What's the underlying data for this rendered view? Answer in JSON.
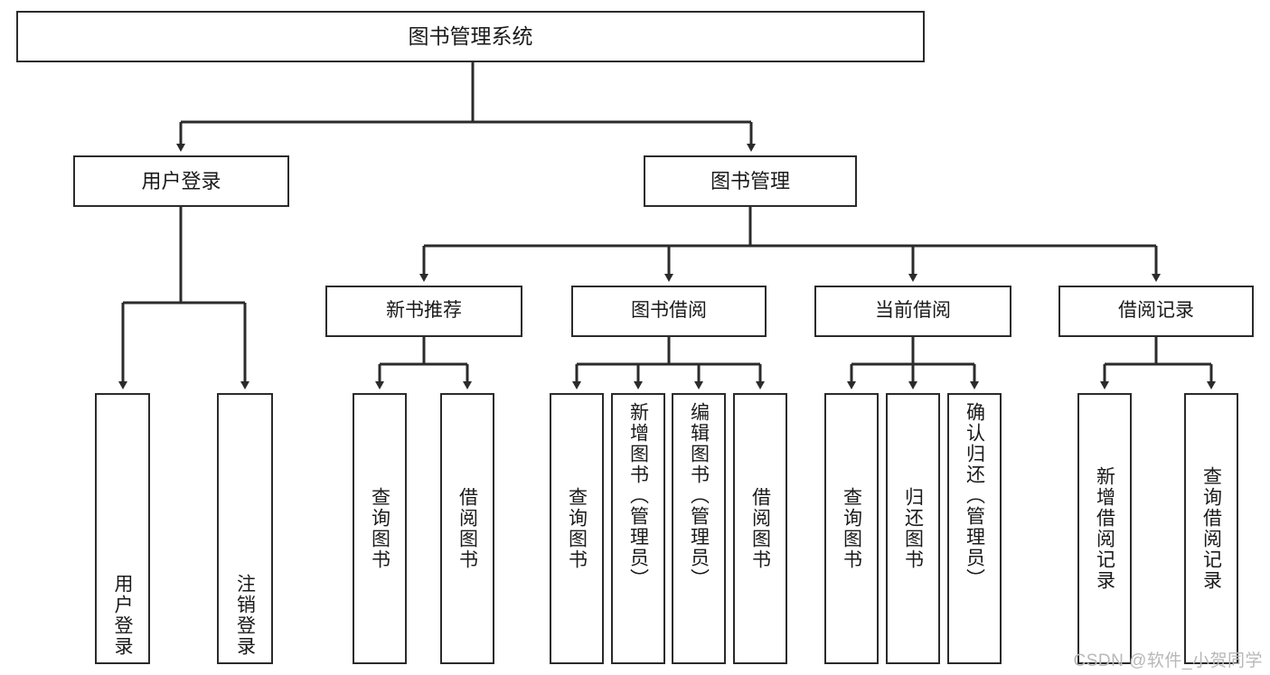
{
  "diagram": {
    "type": "tree",
    "title": "图书管理系统",
    "root": {
      "label": "图书管理系统"
    },
    "level2": [
      {
        "id": "user-login",
        "label": "用户登录"
      },
      {
        "id": "book-management",
        "label": "图书管理"
      }
    ],
    "level3": [
      {
        "id": "new-book-recommend",
        "label": "新书推荐"
      },
      {
        "id": "book-borrow",
        "label": "图书借阅"
      },
      {
        "id": "current-borrow",
        "label": "当前借阅"
      },
      {
        "id": "borrow-record",
        "label": "借阅记录"
      }
    ],
    "leaves": {
      "user_login": [
        {
          "id": "user-login-leaf",
          "label": "用户登录"
        },
        {
          "id": "logout-leaf",
          "label": "注销登录"
        }
      ],
      "new_book_recommend": [
        {
          "id": "query-book-1",
          "label": "查询图书"
        },
        {
          "id": "borrow-book-1",
          "label": "借阅图书"
        }
      ],
      "book_borrow": [
        {
          "id": "query-book-2",
          "label": "查询图书"
        },
        {
          "id": "add-book",
          "label": "新增图书（管理员）"
        },
        {
          "id": "edit-book",
          "label": "编辑图书（管理员）"
        },
        {
          "id": "borrow-book-2",
          "label": "借阅图书"
        }
      ],
      "current_borrow": [
        {
          "id": "query-book-3",
          "label": "查询图书"
        },
        {
          "id": "return-book",
          "label": "归还图书"
        },
        {
          "id": "confirm-return",
          "label": "确认归还（管理员）"
        }
      ],
      "borrow_record": [
        {
          "id": "add-record",
          "label": "新增借阅记录"
        },
        {
          "id": "query-record",
          "label": "查询借阅记录"
        }
      ]
    }
  },
  "watermark": {
    "text": "CSDN @软件_小贺同学"
  },
  "colors": {
    "border": "#2b2b2b",
    "text": "#1a1a1a",
    "background": "#ffffff",
    "wire": "#2b2b2b",
    "watermark": "#b8b8b8"
  }
}
